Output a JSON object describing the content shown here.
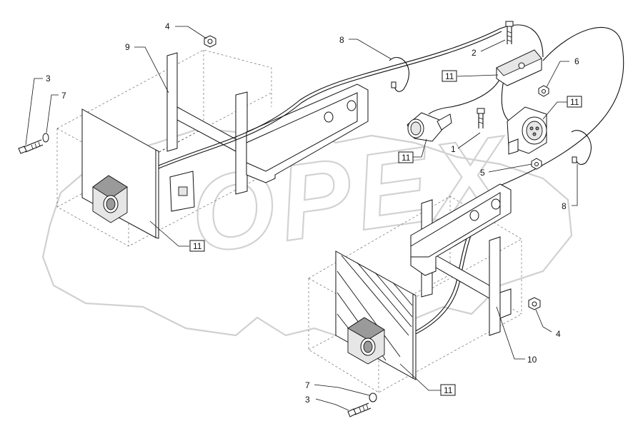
{
  "diagram": {
    "watermark": "OPEX",
    "corner_code": "",
    "callouts": [
      {
        "id": "c1",
        "label": "1",
        "boxed": false
      },
      {
        "id": "c2",
        "label": "2",
        "boxed": false
      },
      {
        "id": "c3a",
        "label": "3",
        "boxed": false
      },
      {
        "id": "c3b",
        "label": "3",
        "boxed": false
      },
      {
        "id": "c4a",
        "label": "4",
        "boxed": false
      },
      {
        "id": "c4b",
        "label": "4",
        "boxed": false
      },
      {
        "id": "c5",
        "label": "5",
        "boxed": false
      },
      {
        "id": "c6",
        "label": "6",
        "boxed": false
      },
      {
        "id": "c7a",
        "label": "7",
        "boxed": false
      },
      {
        "id": "c7b",
        "label": "7",
        "boxed": false
      },
      {
        "id": "c8a",
        "label": "8",
        "boxed": false
      },
      {
        "id": "c8b",
        "label": "8",
        "boxed": false
      },
      {
        "id": "c9",
        "label": "9",
        "boxed": false
      },
      {
        "id": "c10",
        "label": "10",
        "boxed": false
      },
      {
        "id": "c11a",
        "label": "11",
        "boxed": true
      },
      {
        "id": "c11b",
        "label": "11",
        "boxed": true
      },
      {
        "id": "c11c",
        "label": "11",
        "boxed": true
      },
      {
        "id": "c11d",
        "label": "11",
        "boxed": true
      },
      {
        "id": "c11e",
        "label": "11",
        "boxed": true
      }
    ]
  }
}
